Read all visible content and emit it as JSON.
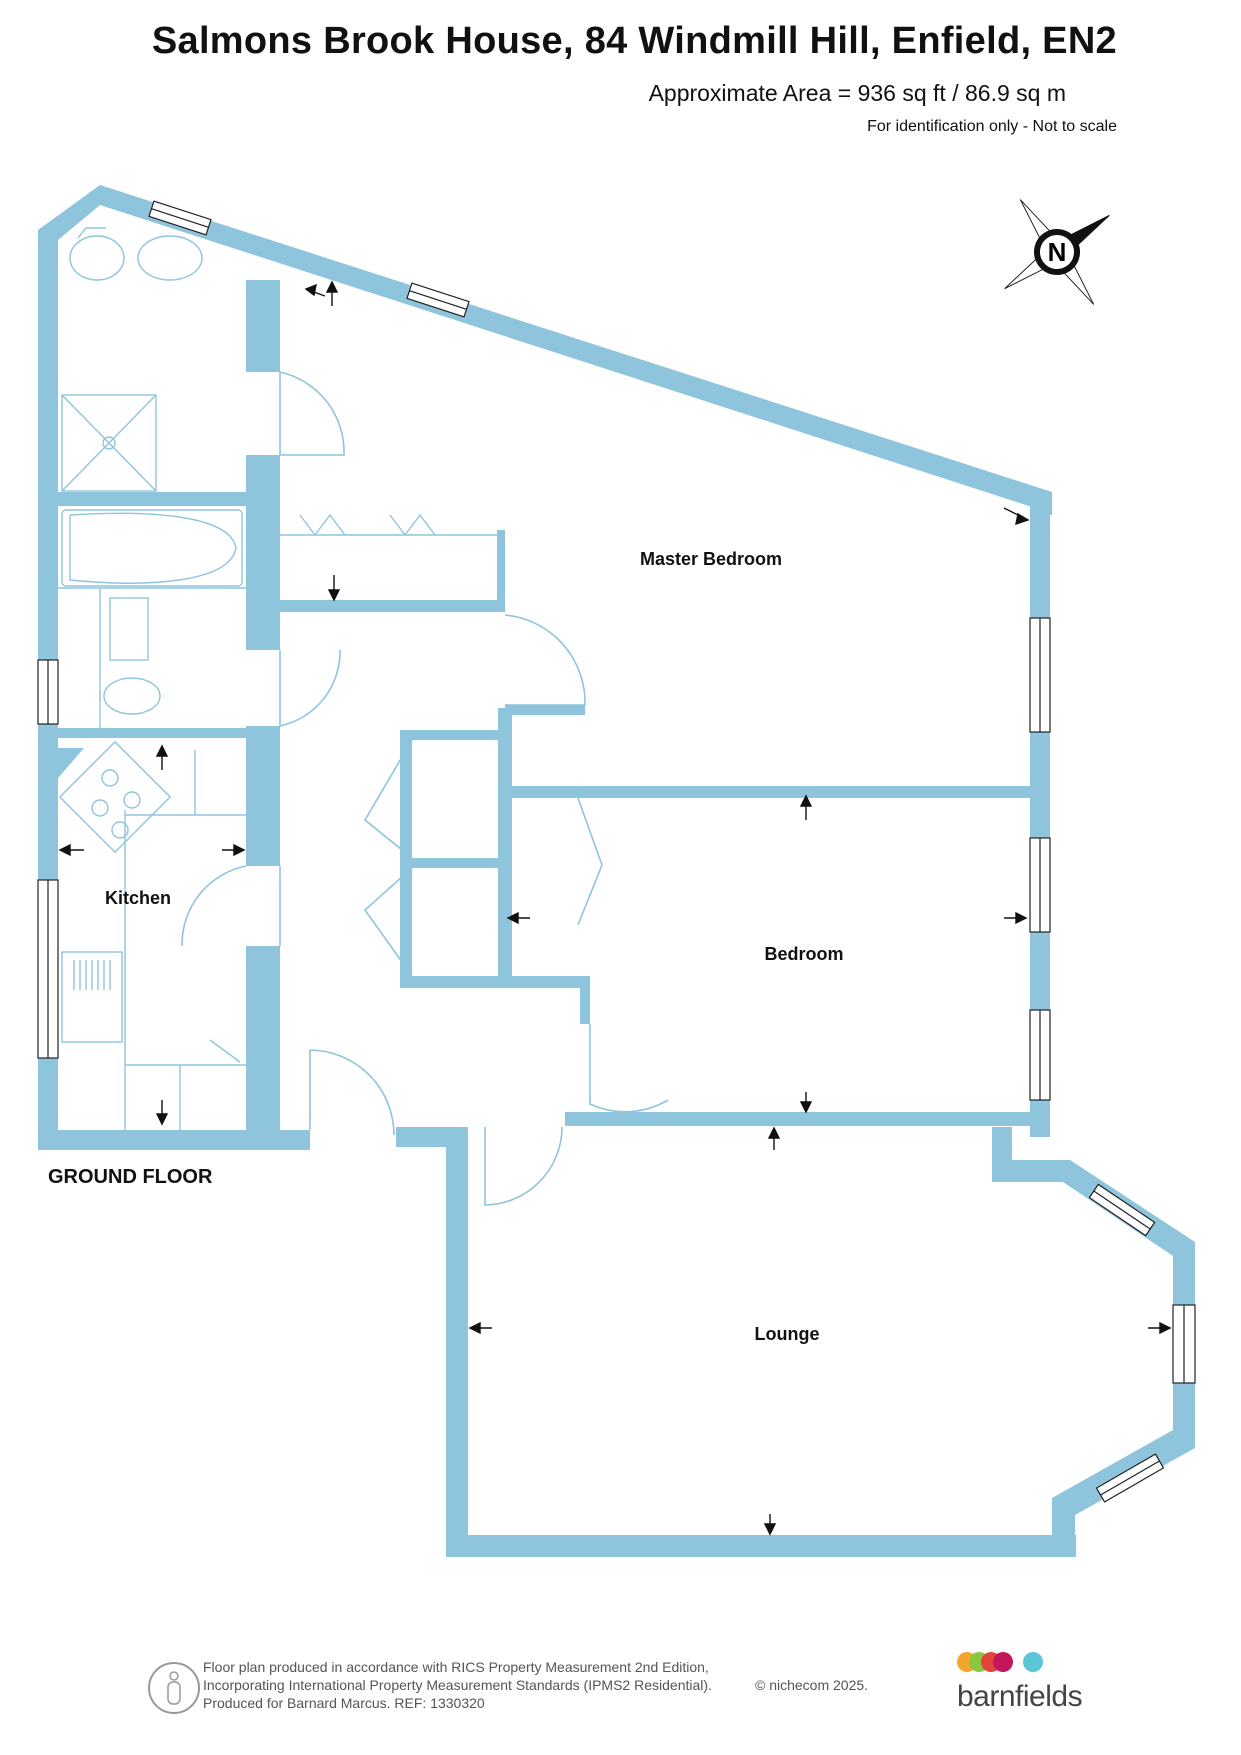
{
  "header": {
    "title": "Salmons Brook House, 84 Windmill Hill, Enfield, EN2",
    "area": "Approximate Area = 936 sq ft / 86.9 sq m",
    "note": "For identification only - Not to scale"
  },
  "rooms": {
    "master_bedroom": "Master Bedroom",
    "bedroom": "Bedroom",
    "kitchen": "Kitchen",
    "lounge": "Lounge"
  },
  "floor_label": "GROUND FLOOR",
  "compass": {
    "letter": "N",
    "icon": "compass-icon"
  },
  "colors": {
    "wall": "#8ec5dd",
    "fixture": "#8ec5dd",
    "text": "#111111"
  },
  "footer": {
    "line1": "Floor plan produced in accordance with RICS Property Measurement 2nd Edition,",
    "line2": "Incorporating International Property Measurement Standards (IPMS2 Residential).",
    "copyright": "© nichecom 2025.",
    "line3": "Produced for Barnard Marcus.   REF:  1330320"
  },
  "brand": {
    "name": "barnfields",
    "dot_colors": [
      "#f4a52c",
      "#8cc63e",
      "#e2433b",
      "#c2185b",
      "#5bc6d6"
    ]
  }
}
